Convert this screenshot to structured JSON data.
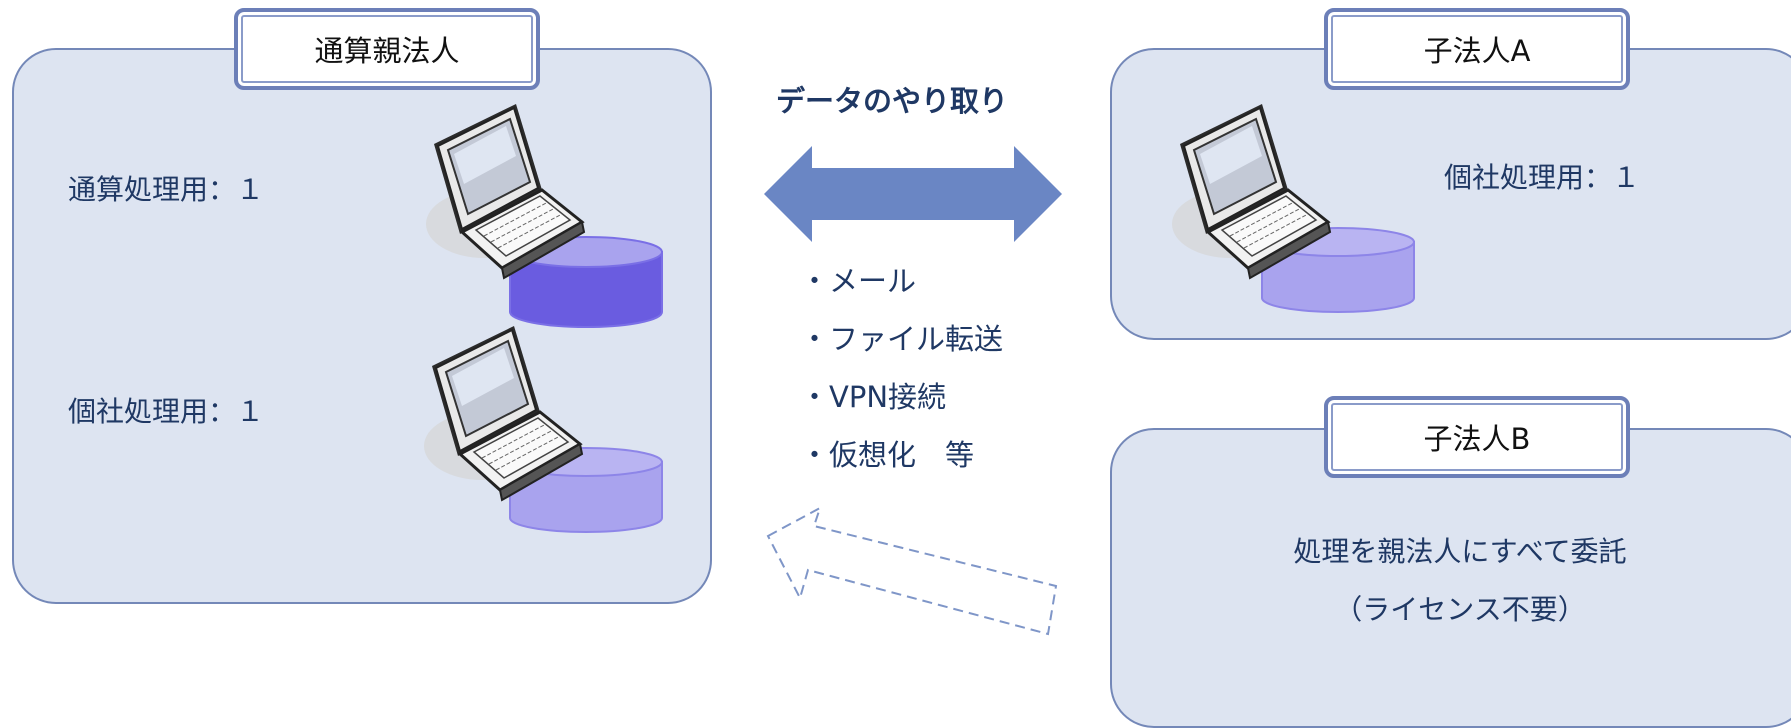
{
  "parent": {
    "title": "通算親法人",
    "rows": [
      {
        "label": "通算処理用：１"
      },
      {
        "label": "個社処理用：１"
      }
    ]
  },
  "child_a": {
    "title": "子法人A",
    "rows": [
      {
        "label": "個社処理用：１"
      }
    ]
  },
  "child_b": {
    "title": "子法人B",
    "line1": "処理を親法人にすべて委託",
    "line2": "（ライセンス不要）"
  },
  "exchange": {
    "heading": "データのやり取り",
    "methods": [
      "・メール",
      "・ファイル転送",
      "・VPN接続",
      "・仮想化　等"
    ]
  },
  "colors": {
    "panel_fill": "#dde4f1",
    "arrow_fill": "#6a86c4",
    "db_dark": "#6a5ce0",
    "db_light": "#a9a3ee"
  }
}
